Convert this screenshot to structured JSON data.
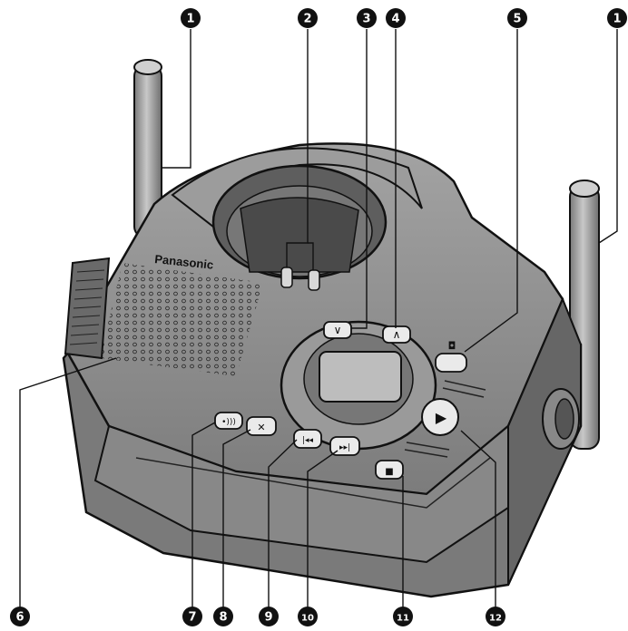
{
  "brand": "Panasonic",
  "callouts": [
    {
      "id": "c1a",
      "label": "1"
    },
    {
      "id": "c2",
      "label": "2"
    },
    {
      "id": "c3",
      "label": "3"
    },
    {
      "id": "c4",
      "label": "4"
    },
    {
      "id": "c5",
      "label": "5"
    },
    {
      "id": "c1b",
      "label": "1"
    },
    {
      "id": "c6",
      "label": "6"
    },
    {
      "id": "c7",
      "label": "7"
    },
    {
      "id": "c8",
      "label": "8"
    },
    {
      "id": "c9",
      "label": "9"
    },
    {
      "id": "c10",
      "label": "10"
    },
    {
      "id": "c11",
      "label": "11"
    },
    {
      "id": "c12",
      "label": "12"
    }
  ],
  "buttons": {
    "down": "∨",
    "up": "∧",
    "greeting": "◘",
    "locator": "•)))",
    "erase": "✕",
    "repeat": "|◂◂",
    "skip": "▸▸|",
    "stop": "■",
    "play": "▶"
  },
  "colors": {
    "body": "#8f8f8f",
    "body_dark": "#6b6b6b",
    "body_light": "#b5b5b5",
    "outline": "#1a1a1a",
    "callout_fill": "#111111"
  }
}
